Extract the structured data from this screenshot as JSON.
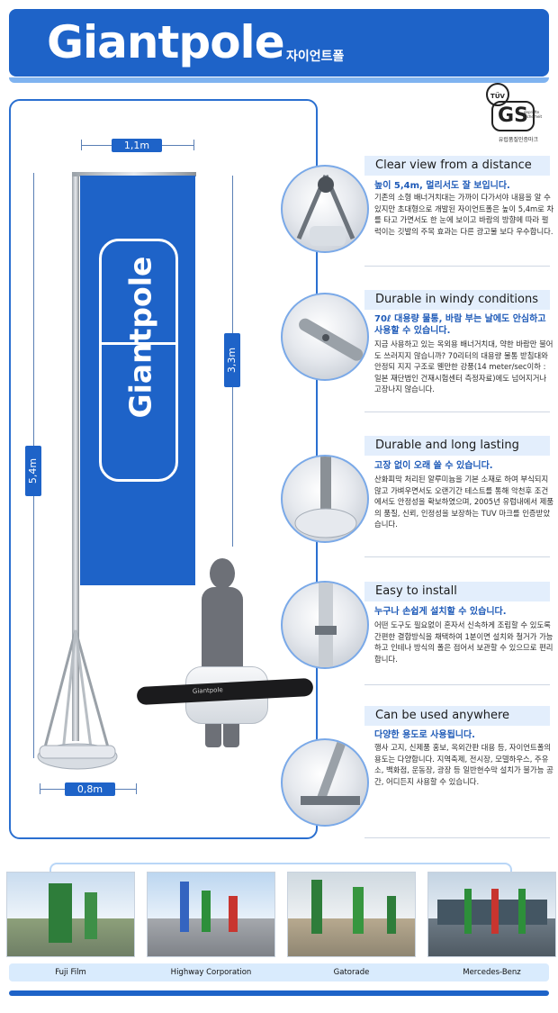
{
  "header": {
    "brand": "Giantpole",
    "brand_kr": "자이언트폴"
  },
  "badge": {
    "tuv": "TÜV",
    "gs": "GS",
    "sicherheit": "geprüfte Sicherheit",
    "caption": "유럽품질인증마크"
  },
  "diagram": {
    "width_top": "1,1m",
    "flag_height": "3,3m",
    "total_height": "5,4m",
    "base_width": "0,8m",
    "flag_text": "Giantpole",
    "bag_text": "Giantpole"
  },
  "features": [
    {
      "title": "Clear view from a distance",
      "headline": "높이 5,4m, 멀리서도 잘 보입니다.",
      "body": "기존의 소형 배너거치대는 가까이 다가서야 내용을 알 수 있지만 초대형으로 개발된 자이언트폴은 높이 5,4m로 차를 타고 가면서도 한 눈에 보이고 바람의 방향에 따라 펄럭이는 깃발의 주목 효과는 다른 광고물 보다 우수합니다."
    },
    {
      "title": "Durable in windy conditions",
      "headline": "70ℓ 대용량 물통, 바람 부는 날에도 안심하고 사용할 수 있습니다.",
      "body": "지금 사용하고 있는 옥외용 배너거치대, 약한 바람만 불어도 쓰러지지 않습니까? 70리터의 대용량 물통 받침대와 안정되 지지 구조로 웬만한 강풍(14 meter/sec이하 : 일본 재단법인 건재시험센터 측정자료)에도 넘어지거나 고장나지 않습니다."
    },
    {
      "title": "Durable and long lasting",
      "headline": "고장 없이 오래 쓸 수 있습니다.",
      "body": "산화피막 처리된 알루미늄을 기본 소재로 하여 부식되지 않고 가벼우면서도 오랜기간 테스트를 통해 악천후 조건에서도 안정성을 확보하였으며, 2005년 유럽내에서 제품의 품질, 신뢰, 인정성을 보장하는 TUV 마크를 인증받았습니다."
    },
    {
      "title": "Easy to install",
      "headline": "누구나 손쉽게 설치할 수 있습니다.",
      "body": "어떤 도구도 필요없이 혼자서 신속하게 조립할 수 있도록 간편한 결합방식을 채택하여 1분이면 설치와 철거가 가능하고 인테나 방식의 폴은 접어서 보관할 수 있으므로 편리합니다."
    },
    {
      "title": "Can be used anywhere",
      "headline": "다양한 용도로 사용됩니다.",
      "body": "행사 고지, 신제품 홍보, 옥외간판 대용 등, 자이언트폴의 용도는 다양합니다. 지역축제, 전시장, 모델하우스, 주유소, 백화점, 운동장, 광장 등 일반현수막 설치가 불가능 공간, 어디든지 사용할 수 있습니다."
    }
  ],
  "photos": [
    {
      "caption": "Fuji Film"
    },
    {
      "caption": "Highway Corporation"
    },
    {
      "caption": "Gatorade"
    },
    {
      "caption": "Mercedes-Benz"
    }
  ],
  "colors": {
    "brand_blue": "#1e63c8",
    "light_blue": "#e3eefc",
    "headline_blue": "#1e5ab8"
  }
}
